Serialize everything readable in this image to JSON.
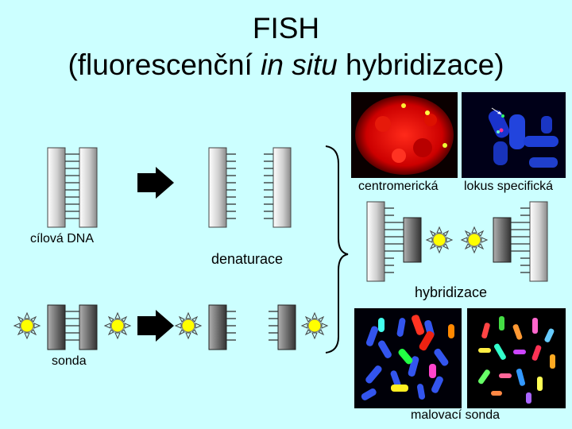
{
  "title": {
    "line1": "FISH",
    "line2_before": "(fluorescenční ",
    "line2_italic": "in situ",
    "line2_after": " hybridizace)"
  },
  "labels": {
    "target_dna": "cílová DNA",
    "denaturation": "denaturace",
    "probe": "sonda",
    "centromeric": "centromerická",
    "locus_specific": "lokus specifická",
    "hybridization": "hybridizace",
    "painting_probe": "malovací sonda"
  },
  "colors": {
    "background": "#ccffff",
    "target_strand": "#d9d9d9",
    "probe_strand": "#707070",
    "fluorophore": "#ffff00",
    "centromeric_photo": "#cc0000",
    "locus_photo": "#000033"
  }
}
